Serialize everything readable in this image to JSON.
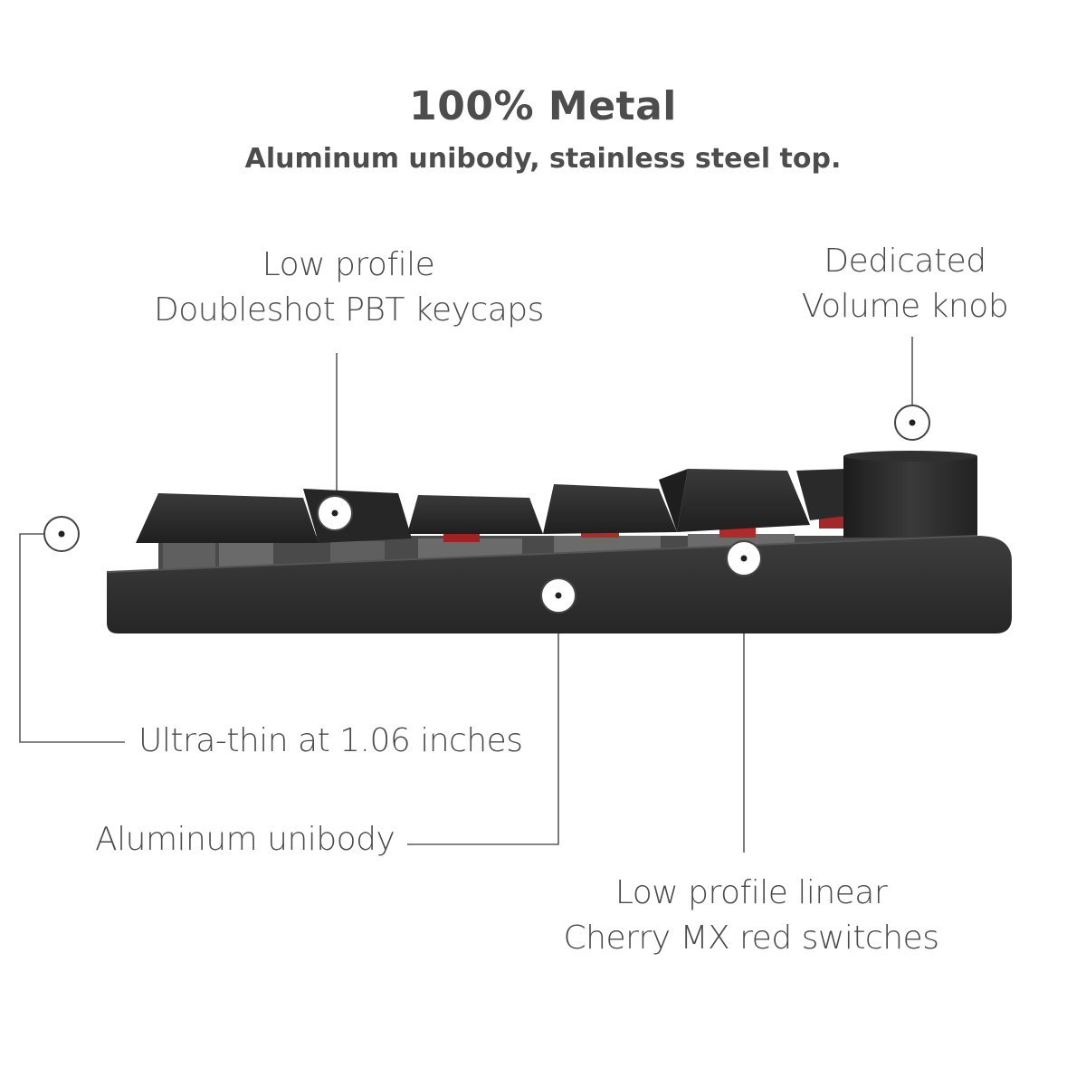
{
  "title": "100% Metal",
  "subtitle": "Aluminum unibody, stainless steel top.",
  "callouts": {
    "keycaps": [
      "Low profile",
      "Doubleshot PBT keycaps"
    ],
    "knob": [
      "Dedicated",
      "Volume knob"
    ],
    "thin": "Ultra-thin at 1.06 inches",
    "unibody": "Aluminum unibody",
    "switches": [
      "Low profile linear",
      "Cherry MX red switches"
    ]
  },
  "colors": {
    "body": "#353535",
    "keycap": "#2b2b2b",
    "switch_housing": "#5a5a5a",
    "switch_stem": "#b52a2a",
    "line": "#5c5c5c"
  }
}
